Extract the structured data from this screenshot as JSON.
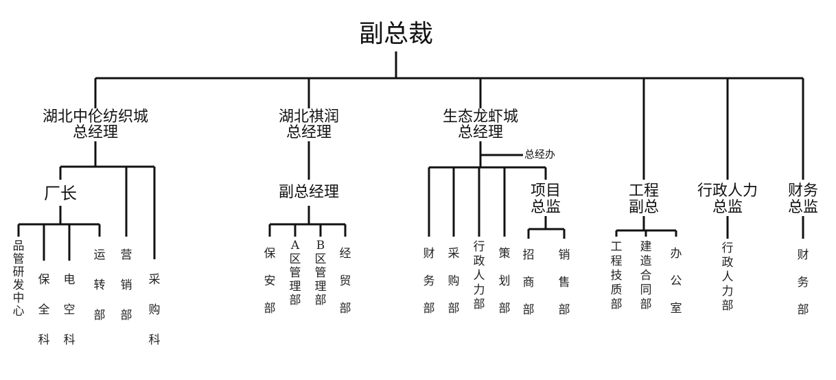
{
  "root": "副总裁",
  "branches": [
    {
      "title": [
        "湖北中伦纺织城",
        "总经理"
      ],
      "factory": "厂长",
      "factory_units": [
        "品管研发中心",
        "保全科",
        "电空科",
        "运转部"
      ],
      "direct_units": [
        "营销部",
        "采购科"
      ]
    },
    {
      "title": [
        "湖北祺润",
        "总经理"
      ],
      "deputy": "副总经理",
      "units": [
        "保安部",
        "A区管理部",
        "B区管理部",
        "经贸部"
      ]
    },
    {
      "title": [
        "生态龙虾城",
        "总经理"
      ],
      "office": "总经办",
      "units": [
        "财务部",
        "采购部",
        "行政人力部",
        "策划部"
      ],
      "project": [
        "项目",
        "总监"
      ],
      "project_units": [
        "招商部",
        "销售部"
      ]
    },
    {
      "title": [
        "工程",
        "副总"
      ],
      "units": [
        "工程技质部",
        "建造合同部",
        "办公室"
      ]
    },
    {
      "title": [
        "行政人力",
        "总监"
      ],
      "units": [
        "行政人力部"
      ]
    },
    {
      "title": [
        "财务",
        "总监"
      ],
      "units": [
        "财务部"
      ]
    }
  ]
}
